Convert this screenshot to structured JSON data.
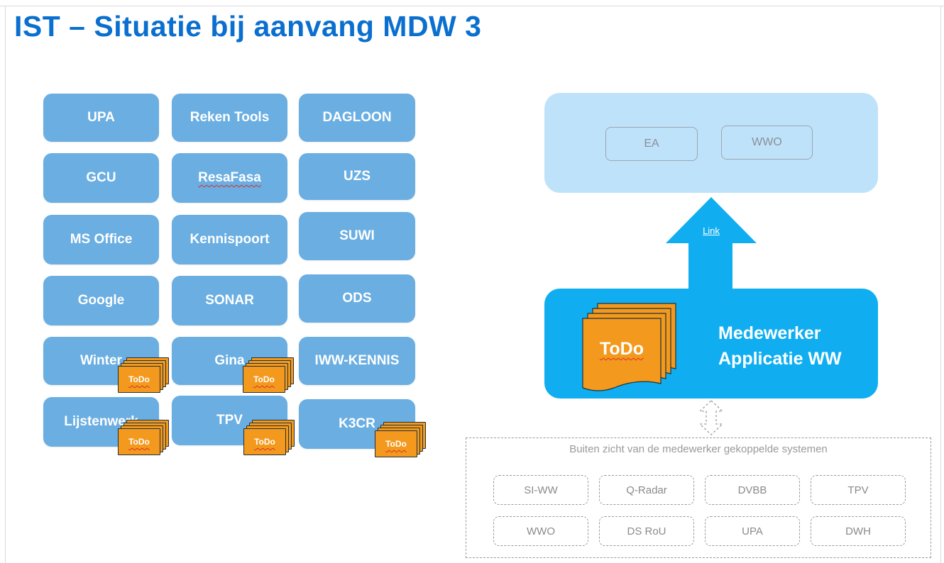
{
  "title": "IST – Situatie bij aanvang MDW 3",
  "tiles": {
    "upa": "UPA",
    "reken_tools": "Reken Tools",
    "dagloon": "DAGLOON",
    "gcu": "GCU",
    "resafasa": "ResaFasa",
    "uzs": "UZS",
    "ms_office": "MS Office",
    "kennispoort": "Kennispoort",
    "suwi": "SUWI",
    "google": "Google",
    "sonar": "SONAR",
    "ods": "ODS",
    "winter": "Winter",
    "gina": "Gina",
    "iww_kennis": "IWW-KENNIS",
    "lijstenwerk": "Lijstenwerk",
    "tpv": "TPV",
    "k3cr": "K3CR"
  },
  "todo_label": "ToDo",
  "top_systems": {
    "ea": "EA",
    "wwo": "WWO"
  },
  "arrow_link": "Link",
  "app": {
    "line1": "Medewerker",
    "line2": "Applicatie WW",
    "todo": "ToDo"
  },
  "coupled": {
    "title": "Buiten zicht van de medewerker gekoppelde systemen",
    "systems": [
      "SI-WW",
      "Q-Radar",
      "DVBB",
      "TPV",
      "WWO",
      "DS RoU",
      "UPA",
      "DWH"
    ]
  },
  "colors": {
    "title": "#0a6fce",
    "tile": "#6aaee2",
    "todo": "#f39a1e",
    "app_box": "#10aef0",
    "systems_box": "#bfe2fb"
  }
}
